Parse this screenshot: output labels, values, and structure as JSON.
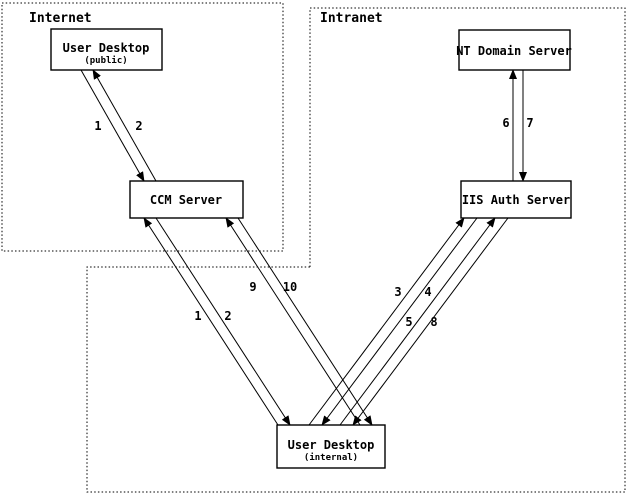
{
  "colors": {
    "background": "#ffffff",
    "foreground": "#000000"
  },
  "regions": {
    "internet": {
      "label": "Internet"
    },
    "intranet": {
      "label": "Intranet"
    }
  },
  "nodes": {
    "user_desktop_public": {
      "label": "User Desktop",
      "sublabel": "(public)",
      "region": "Internet"
    },
    "ccm_server": {
      "label": "CCM Server",
      "region": "Internet"
    },
    "nt_domain_server": {
      "label": "NT Domain Server",
      "region": "Intranet"
    },
    "iis_auth_server": {
      "label": "IIS Auth Server",
      "region": "Intranet"
    },
    "user_desktop_internal": {
      "label": "User Desktop",
      "sublabel": "(internal)",
      "region": "Intranet"
    }
  },
  "edges": {
    "e1_public_to_ccm": {
      "label": "1",
      "from": "User Desktop (public)",
      "to": "CCM Server"
    },
    "e2_ccm_to_public": {
      "label": "2",
      "from": "CCM Server",
      "to": "User Desktop (public)"
    },
    "e1_internal_to_ccm": {
      "label": "1",
      "from": "User Desktop (internal)",
      "to": "CCM Server"
    },
    "e2_ccm_to_internal": {
      "label": "2",
      "from": "CCM Server",
      "to": "User Desktop (internal)"
    },
    "e9_internal_to_ccm": {
      "label": "9",
      "from": "User Desktop (internal)",
      "to": "CCM Server"
    },
    "e10_ccm_to_internal": {
      "label": "10",
      "from": "CCM Server",
      "to": "User Desktop (internal)"
    },
    "e3_internal_to_iis": {
      "label": "3",
      "from": "User Desktop (internal)",
      "to": "IIS Auth Server"
    },
    "e4_iis_to_internal": {
      "label": "4",
      "from": "IIS Auth Server",
      "to": "User Desktop (internal)"
    },
    "e5_internal_to_iis": {
      "label": "5",
      "from": "User Desktop (internal)",
      "to": "IIS Auth Server"
    },
    "e8_iis_to_internal": {
      "label": "8",
      "from": "IIS Auth Server",
      "to": "User Desktop (internal)"
    },
    "e6_iis_to_nt": {
      "label": "6",
      "from": "IIS Auth Server",
      "to": "NT Domain Server"
    },
    "e7_nt_to_iis": {
      "label": "7",
      "from": "NT Domain Server",
      "to": "IIS Auth Server"
    }
  }
}
